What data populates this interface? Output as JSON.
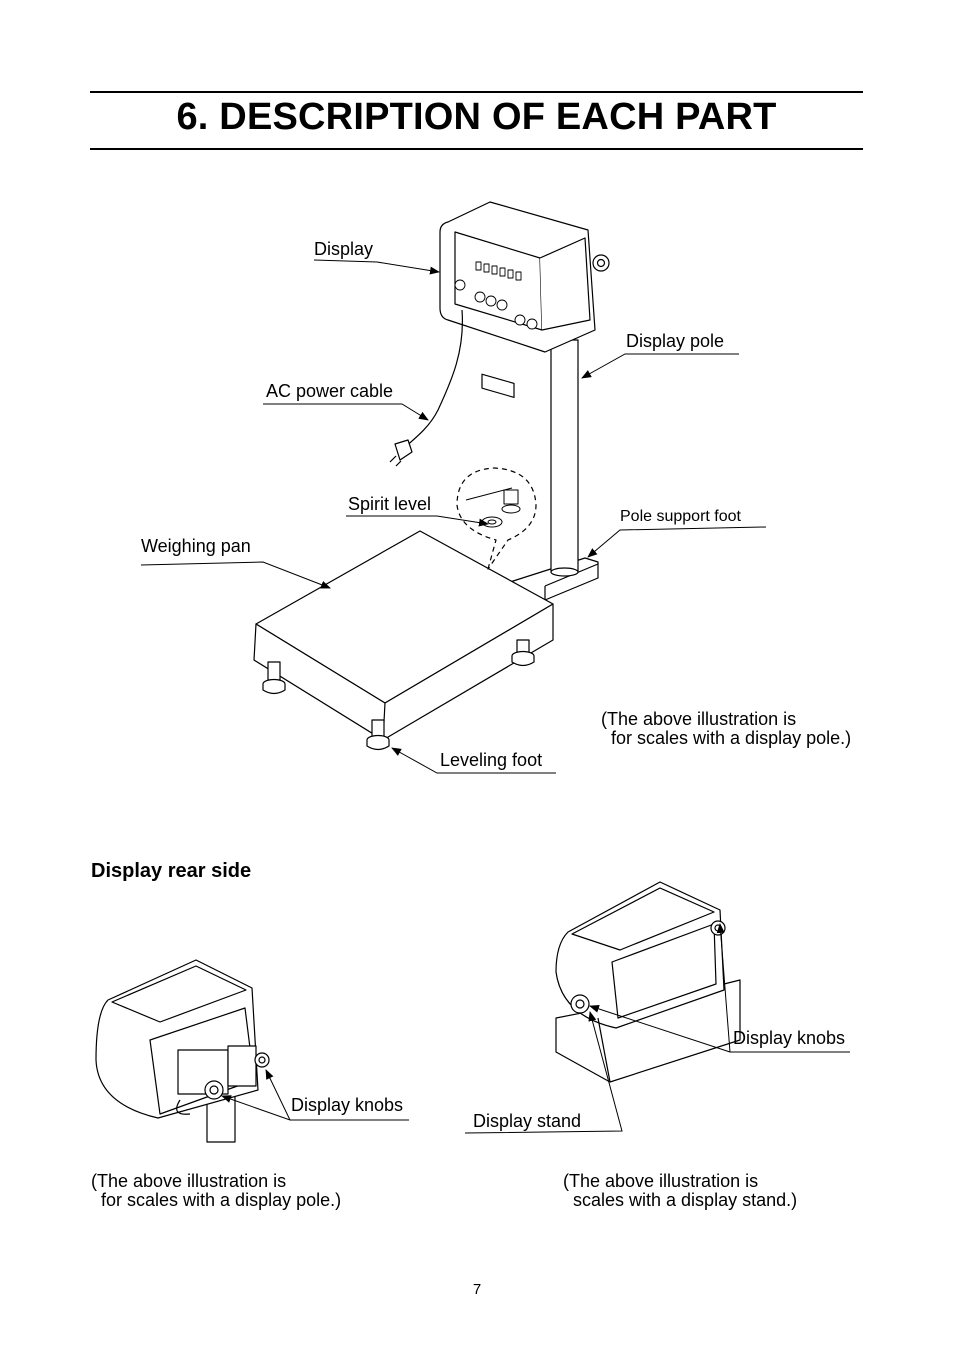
{
  "page": {
    "title": "6. DESCRIPTION OF EACH PART",
    "page_number": "7"
  },
  "main_figure": {
    "labels": {
      "display": "Display",
      "display_pole": "Display pole",
      "ac_power_cable": "AC power cable",
      "spirit_level": "Spirit level",
      "pole_support_foot": "Pole support foot",
      "weighing_pan": "Weighing pan",
      "leveling_foot": "Leveling foot"
    },
    "note": "(The above illustration is\n  for scales with a display pole.)"
  },
  "rear_section": {
    "heading": "Display rear side",
    "left": {
      "label_knobs": "Display knobs",
      "note": "(The above illustration is\n  for scales with a display pole.)"
    },
    "right": {
      "label_knobs": "Display knobs",
      "label_stand": "Display stand",
      "note": "(The above illustration is\n  scales with a display stand.)"
    }
  }
}
